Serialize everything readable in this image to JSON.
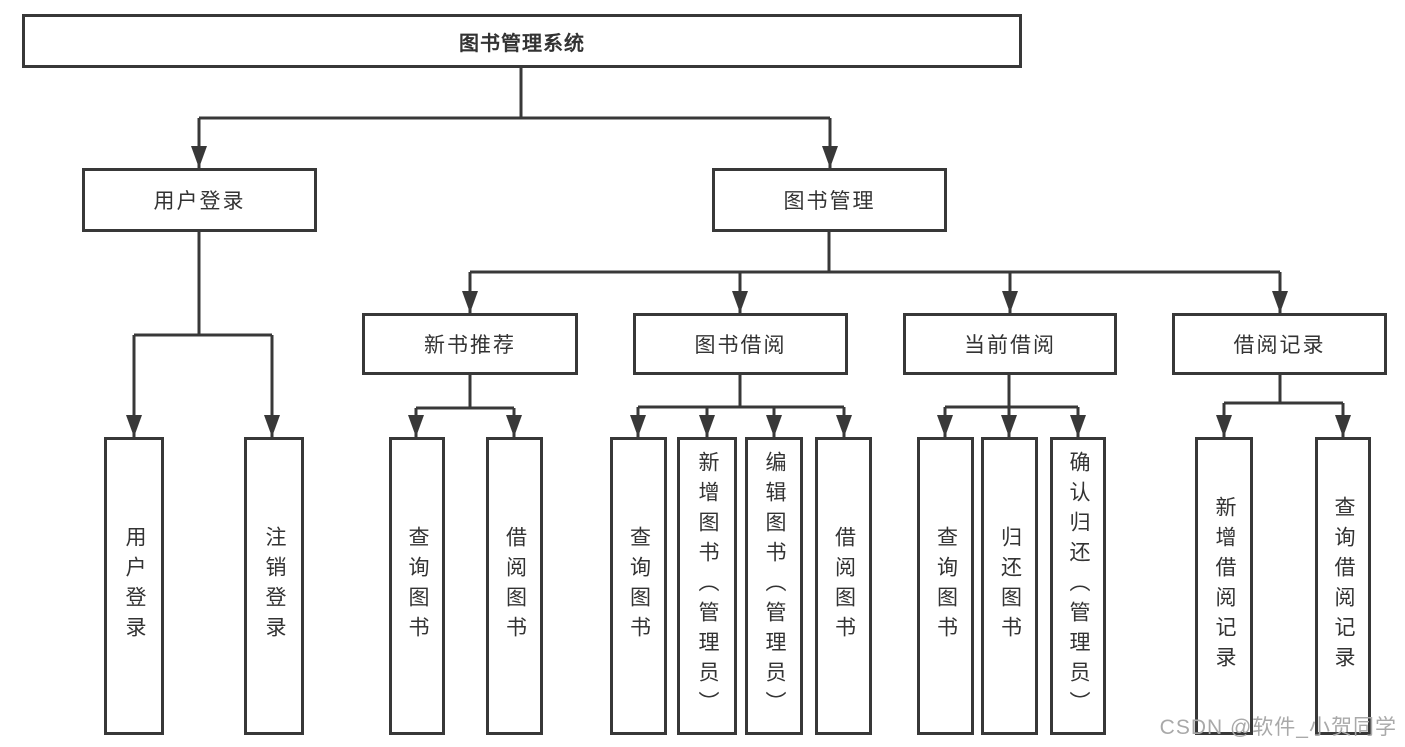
{
  "diagram": {
    "type": "hierarchy-tree",
    "colors": {
      "line": "#383838",
      "box_border": "#383838",
      "text": "#333333",
      "watermark": "#a9a9a9",
      "background": "#ffffff"
    },
    "tree": {
      "root": {
        "label": "图书管理系统",
        "children": [
          {
            "label": "用户登录",
            "children": [
              {
                "label": "用户登录"
              },
              {
                "label": "注销登录"
              }
            ]
          },
          {
            "label": "图书管理",
            "children": [
              {
                "label": "新书推荐",
                "children": [
                  {
                    "label": "查询图书"
                  },
                  {
                    "label": "借阅图书"
                  }
                ]
              },
              {
                "label": "图书借阅",
                "children": [
                  {
                    "label": "查询图书"
                  },
                  {
                    "label": "新增图书（管理员）"
                  },
                  {
                    "label": "编辑图书（管理员）"
                  },
                  {
                    "label": "借阅图书"
                  }
                ]
              },
              {
                "label": "当前借阅",
                "children": [
                  {
                    "label": "查询图书"
                  },
                  {
                    "label": "归还图书"
                  },
                  {
                    "label": "确认归还（管理员）"
                  }
                ]
              },
              {
                "label": "借阅记录",
                "children": [
                  {
                    "label": "新增借阅记录"
                  },
                  {
                    "label": "查询借阅记录"
                  }
                ]
              }
            ]
          }
        ]
      }
    },
    "watermark": {
      "text": "CSDN @软件_小贺同学"
    }
  }
}
